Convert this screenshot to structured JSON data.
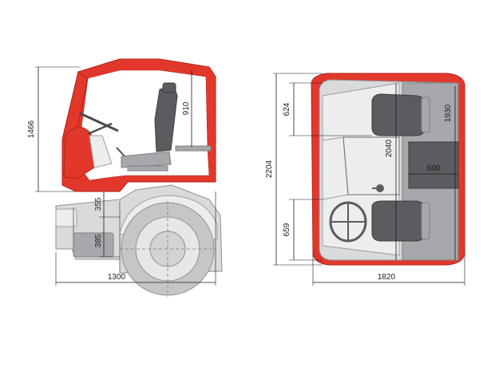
{
  "side_view": {
    "dims": {
      "cab_height": "1466",
      "roof_to_seat": "910",
      "floor_step_upper": "355",
      "floor_step_lower": "385",
      "cab_length": "1300"
    }
  },
  "top_view": {
    "dims": {
      "overall_length": "2204",
      "front_section": "624",
      "rear_section": "659",
      "interior_length": "2040",
      "bunk_length": "1930",
      "bunk_width": "600",
      "overall_width": "1820"
    }
  },
  "colors": {
    "cab_shell": "#e2382b",
    "body": "#d9dadb",
    "seat": "#5a5c5f"
  }
}
